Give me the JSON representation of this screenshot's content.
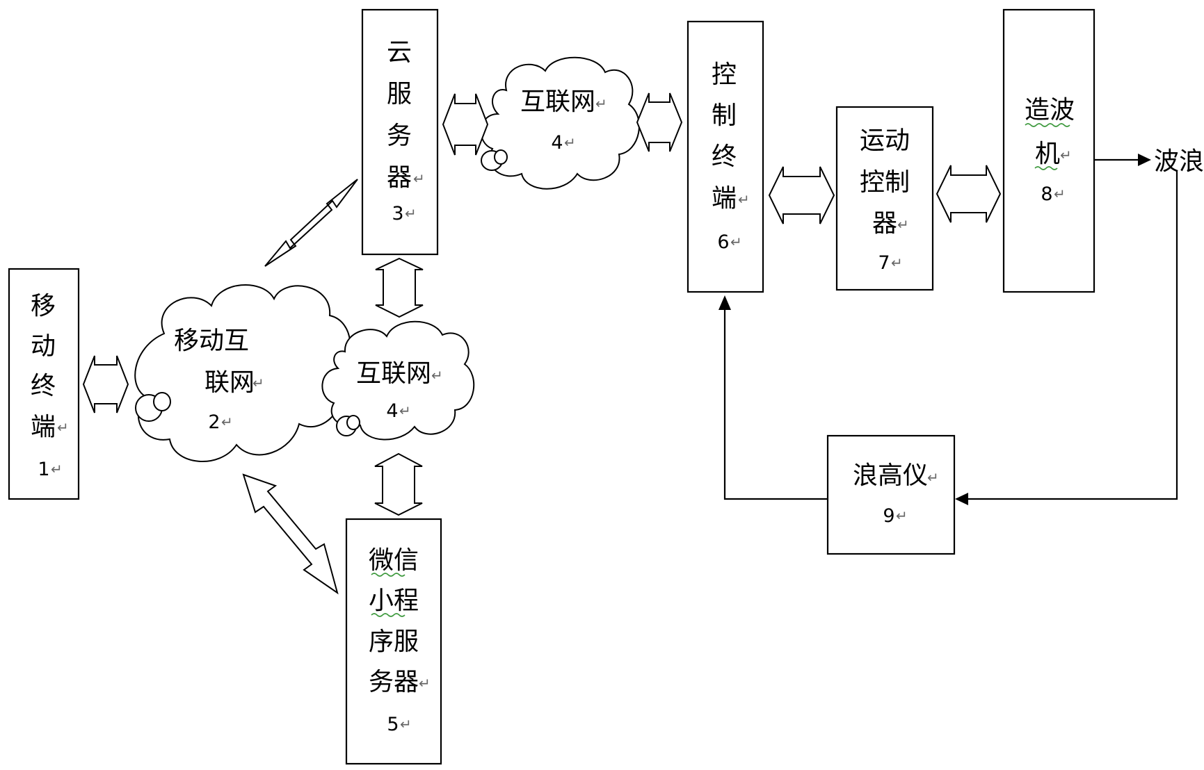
{
  "nodes": {
    "mobile_terminal": {
      "label_lines": [
        "移",
        "动",
        "终",
        "端"
      ],
      "number": "1"
    },
    "mobile_internet": {
      "label_lines": [
        "移动互",
        "联网"
      ],
      "number": "2"
    },
    "cloud_server": {
      "label_lines": [
        "云",
        "服",
        "务",
        "器"
      ],
      "number": "3"
    },
    "internet_top": {
      "label_lines": [
        "互联网"
      ],
      "number": "4"
    },
    "internet_mid": {
      "label_lines": [
        "互联网"
      ],
      "number": "4"
    },
    "wechat_server": {
      "label_lines": [
        "微信",
        "小程",
        "序服",
        "务器"
      ],
      "number": "5"
    },
    "control_terminal": {
      "label_lines": [
        "控",
        "制",
        "终",
        "端"
      ],
      "number": "6"
    },
    "motion_controller": {
      "label_lines": [
        "运动",
        "控制",
        "器"
      ],
      "number": "7"
    },
    "wave_maker": {
      "label_lines": [
        "造波",
        "机"
      ],
      "number": "8"
    },
    "wave_gauge": {
      "label_lines": [
        "浪高仪"
      ],
      "number": "9"
    },
    "wave_output": {
      "label": "波浪"
    }
  },
  "paragraph_mark": "↵"
}
